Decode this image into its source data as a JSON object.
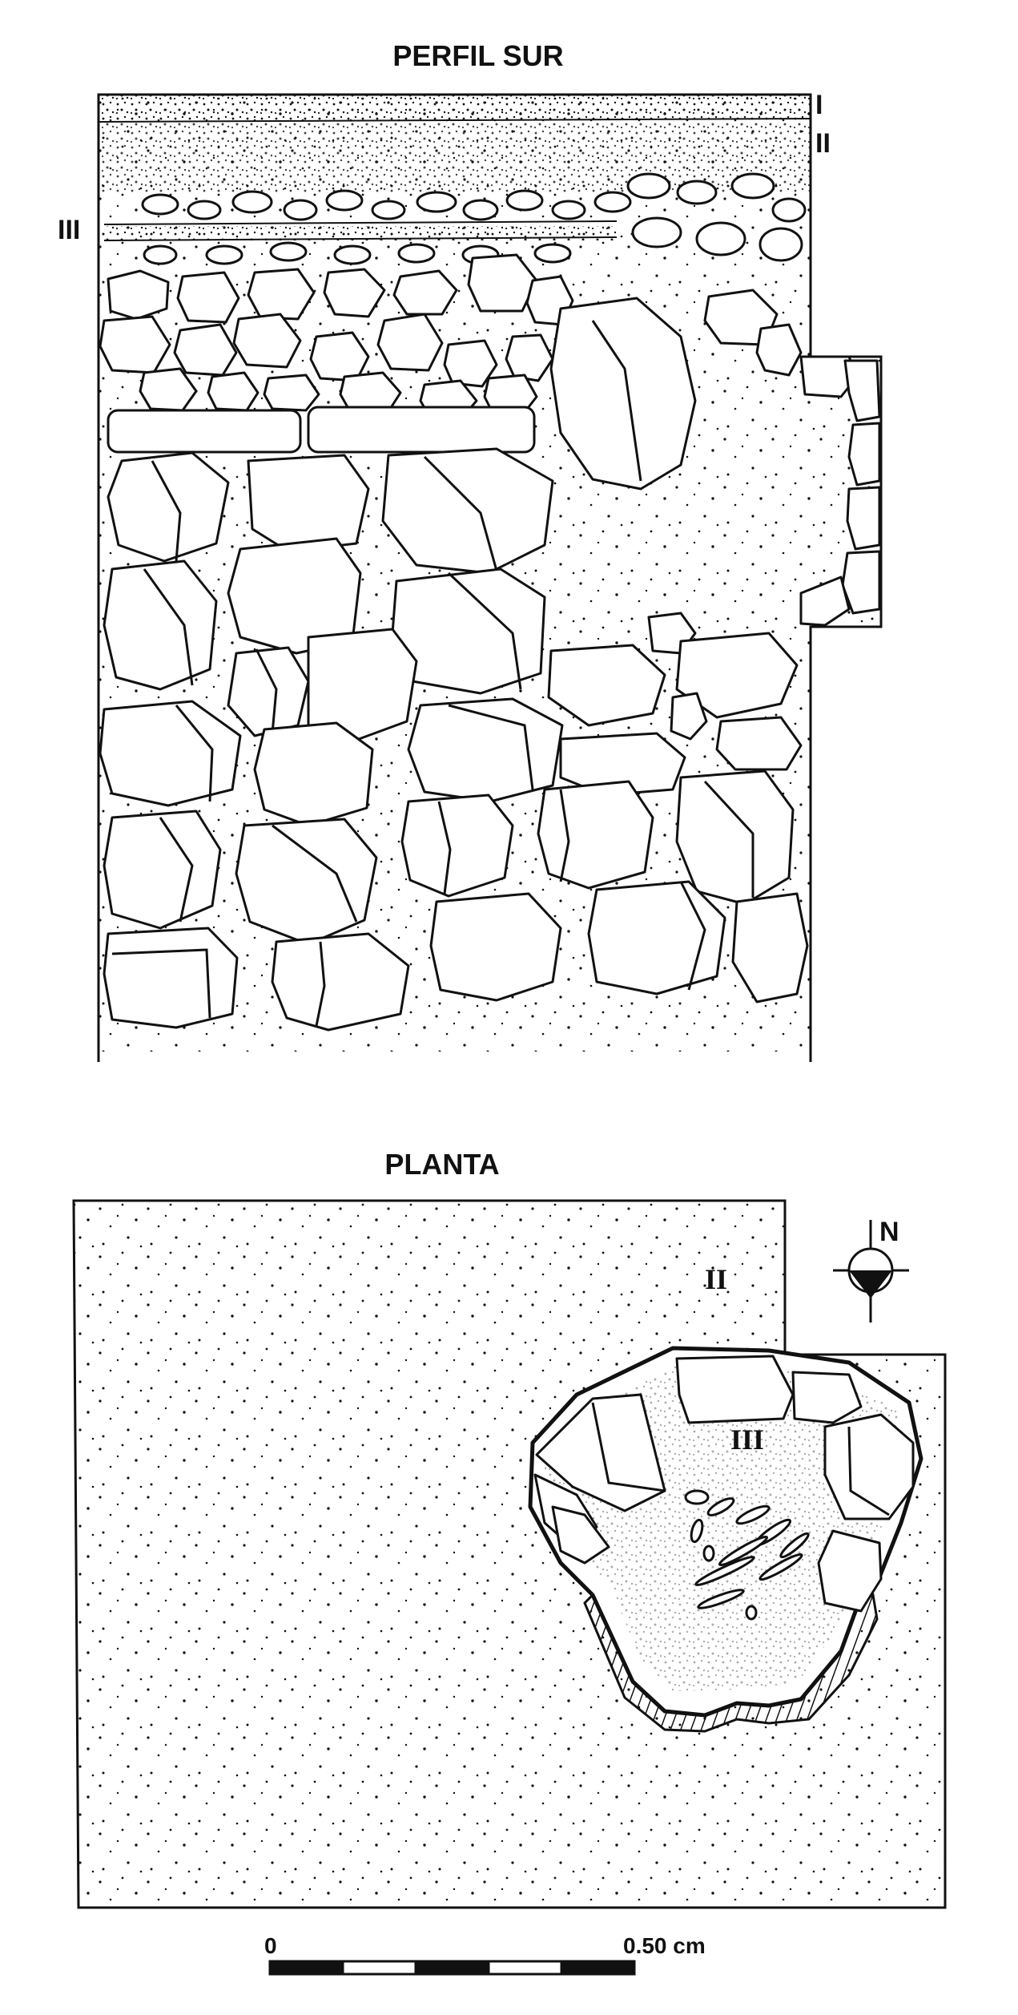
{
  "profile": {
    "title": "PERFIL SUR",
    "layers": [
      {
        "id": "layer-1",
        "label": "I"
      },
      {
        "id": "layer-2",
        "label": "II"
      },
      {
        "id": "layer-3",
        "label": "III"
      }
    ]
  },
  "plan": {
    "title": "PLANTA",
    "zone_outer_label": "II",
    "zone_pit_label": "III",
    "north_label": "N"
  },
  "scale_bar": {
    "start_label": "0",
    "end_label": "0.50 cm",
    "segments": 5
  },
  "colors": {
    "ink": "#111111",
    "paper": "#ffffff"
  }
}
